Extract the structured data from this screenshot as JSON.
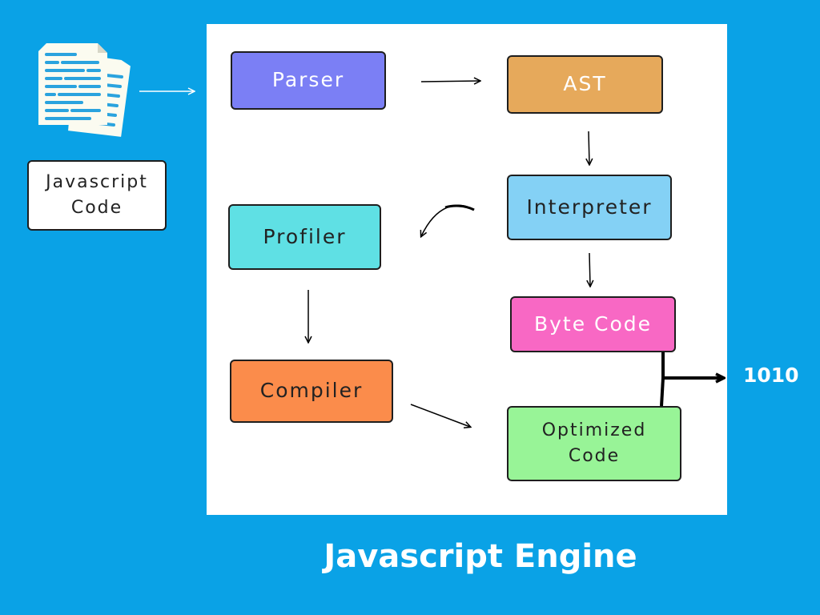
{
  "diagram": {
    "input": {
      "icon": "document-icon",
      "label_line1": "Javascript",
      "label_line2": "Code"
    },
    "nodes": {
      "parser": {
        "label": "Parser",
        "color": "#7b7ff5"
      },
      "ast": {
        "label": "AST",
        "color": "#e6a95b"
      },
      "interpreter": {
        "label": "Interpreter",
        "color": "#84d1f5"
      },
      "profiler": {
        "label": "Profiler",
        "color": "#5fe0e4"
      },
      "byte_code": {
        "label": "Byte Code",
        "color": "#f868c4"
      },
      "compiler": {
        "label": "Compiler",
        "color": "#fb8c4b"
      },
      "optimized_code": {
        "label_line1": "Optimized",
        "label_line2": "Code",
        "color": "#98f497"
      }
    },
    "output_label": "1010",
    "title": "Javascript Engine",
    "colors": {
      "background": "#0aa2e6",
      "panel": "#ffffff",
      "arrow": "#000000"
    }
  }
}
